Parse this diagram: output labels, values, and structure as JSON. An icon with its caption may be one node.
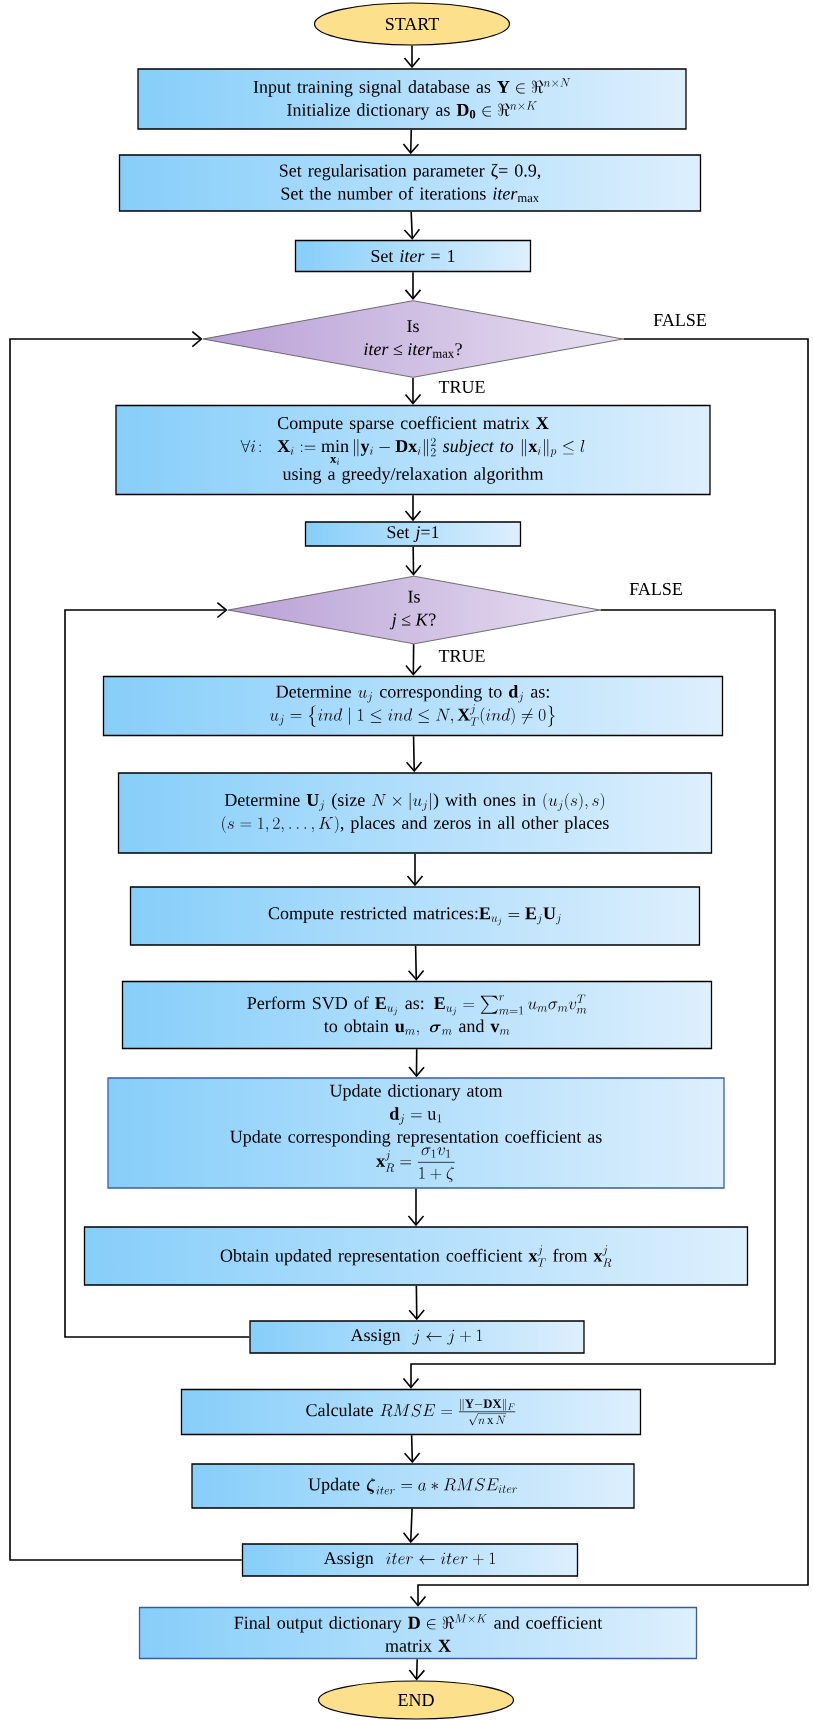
{
  "diagram": {
    "nodes": [
      {
        "text": [
          "START"
        ]
      },
      {
        "text": [
          "\\text{Input training signal database as }\\mathbf{Y}\\in\\Re^{n\\times N}",
          "\\text{Initialize dictionary as }\\mathbf{D_0}\\in\\Re^{n\\times K}"
        ]
      },
      {
        "text": [
          "Set regularisation parameter ζ= 0.9,",
          "Set the number of iterations *iter*$_{max}$"
        ]
      },
      {
        "text": [
          "Set *iter* = 1"
        ]
      },
      {
        "text": [
          "Is",
          "*iter* ≤ *iter*$_{max}$?"
        ]
      },
      {
        "text": [
          "Compute sparse coefficient matrix **X**",
          "\\forall i\\colon\\ \\mathbf{X}_i := \\min\\limits_{\\mathbf{x}_i}\\|\\mathbf{y}_i-\\mathbf{D}\\mathbf{x}_i\\|_2^2\\ \\textit{subject to}\\ \\|\\mathbf{x}_i\\|_p\\le l",
          "using a greedy/relaxation algorithm"
        ]
      },
      {
        "text": [
          "Set *j*=1"
        ]
      },
      {
        "text": [
          "Is",
          "*j* ≤ *K*?"
        ]
      },
      {
        "text": [
          "\\text{Determine }u_j\\text{ corresponding to }\\mathbf{d}_j\\text{ as:}",
          "u_j=\\left\\{ind\\mid 1\\le ind\\le N, \\mathbf{X}_T^j(ind)\\ne 0\\right\\}"
        ]
      },
      {
        "text": [
          "\\text{Determine }\\mathbf{U}_j\\text{ (size }N\\times|u_j|\\text{) with ones in }(u_j(s),s)",
          "(s=1,2,\\ldots,K)\\text{, places and zeros in all other places}"
        ]
      },
      {
        "text": [
          "\\text{Compute restricted matrices:}\\mathbf{E}_{u_j}=\\mathbf{E}_j\\mathbf{U}_j"
        ]
      },
      {
        "text": [
          "\\text{Perform SVD of }\\mathbf{E}_{u_j}\\text{ as: }\\mathbf{E}_{u_j}=\\sum_{m=1}^{r}u_m\\sigma_m v_m^T",
          "\\text{to obtain }\\mathbf{u}_m,\\ \\boldsymbol{\\sigma}_m\\text{ and }\\mathbf{v}_m"
        ]
      },
      {
        "text": [
          "Update dictionary atom",
          "\\mathbf{d}_j=\\mathrm{u}_1",
          "Update corresponding representation coefficient as",
          "\\mathbf{x}_R^j=\\dfrac{\\sigma_1 v_1}{1+\\zeta}"
        ]
      },
      {
        "text": [
          "\\text{Obtain updated representation coefficient }\\mathbf{x}_T^j\\text{ from }\\mathbf{x}_R^j"
        ]
      },
      {
        "text": [
          "\\text{Assign }\\ j\\leftarrow j+1"
        ]
      },
      {
        "text": [
          "\\text{Calculate }RMSE=\\frac{\\|\\mathbf{Y}-\\mathbf{DX}\\|_F}{\\sqrt{n\\mathrm{\\,x\\,}N}}"
        ]
      },
      {
        "text": [
          "\\text{Update }\\boldsymbol{\\zeta}_{iter}=a*RMSE_{iter}"
        ]
      },
      {
        "text": [
          "\\text{Assign }\\ iter\\leftarrow iter+1"
        ]
      },
      {
        "text": [
          "\\text{Final output dictionary }\\mathbf{D}\\in\\Re^{M\\times K}\\text{ and coefficient}",
          "matrix **X**"
        ]
      },
      {
        "text": [
          "END"
        ]
      }
    ],
    "edges": [
      {
        "from": 0,
        "to": 1,
        "arrow": "to"
      },
      {
        "from": 1,
        "to": 2,
        "arrow": "to"
      },
      {
        "from": 2,
        "to": 3,
        "arrow": "to"
      },
      {
        "from": 3,
        "to": 4,
        "arrow": "to"
      },
      {
        "from": 4,
        "to": 5,
        "arrow": "to",
        "label": "TRUE"
      },
      {
        "from": 4,
        "to": 18,
        "arrow": "to",
        "label": "FALSE"
      },
      {
        "from": 5,
        "to": 6,
        "arrow": "to"
      },
      {
        "from": 6,
        "to": 7,
        "arrow": "to"
      },
      {
        "from": 7,
        "to": 8,
        "arrow": "to",
        "label": "TRUE"
      },
      {
        "from": 7,
        "to": 15,
        "arrow": "to",
        "label": "FALSE"
      },
      {
        "from": 8,
        "to": 9,
        "arrow": "to"
      },
      {
        "from": 9,
        "to": 10,
        "arrow": "to"
      },
      {
        "from": 10,
        "to": 11,
        "arrow": "to"
      },
      {
        "from": 11,
        "to": 12,
        "arrow": "to"
      },
      {
        "from": 12,
        "to": 13,
        "arrow": "to"
      },
      {
        "from": 13,
        "to": 14,
        "arrow": "to"
      },
      {
        "from": 14,
        "to": 7,
        "arrow": "to"
      },
      {
        "from": 15,
        "to": 16,
        "arrow": "to"
      },
      {
        "from": 16,
        "to": 17,
        "arrow": "to"
      },
      {
        "from": 17,
        "to": 4,
        "arrow": "to"
      },
      {
        "from": 18,
        "to": 19,
        "arrow": "to"
      }
    ]
  }
}
